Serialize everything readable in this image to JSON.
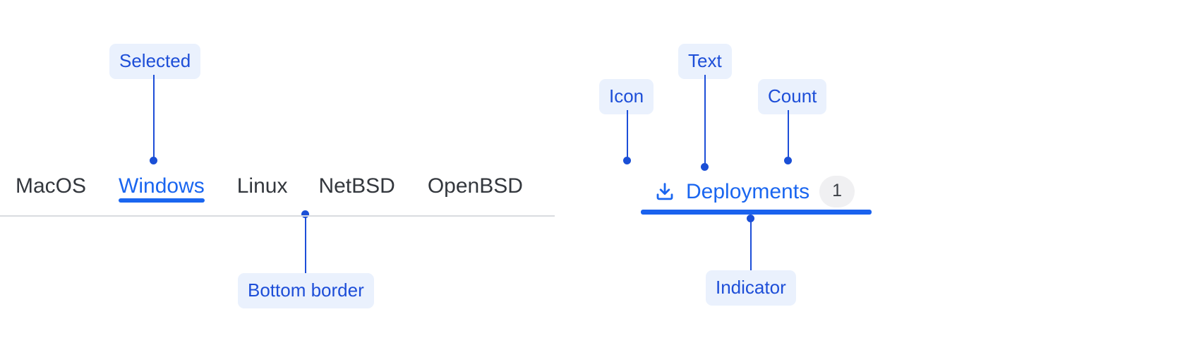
{
  "accent": {
    "tab_blue": "#1a66f0",
    "annotation_blue": "#1d4ed8",
    "annotation_bg": "#eaf1fd",
    "tab_text": "#33373d",
    "border_gray": "#d9dbe0",
    "badge_bg": "#f0f0f2"
  },
  "left_group": {
    "tabs": [
      {
        "label": "MacOS",
        "selected": false
      },
      {
        "label": "Windows",
        "selected": true
      },
      {
        "label": "Linux",
        "selected": false
      },
      {
        "label": "NetBSD",
        "selected": false
      },
      {
        "label": "OpenBSD",
        "selected": false
      }
    ],
    "annotations": [
      {
        "label": "Selected",
        "target": "windows-tab"
      },
      {
        "label": "Bottom border",
        "target": "tabstrip-bottom-border"
      }
    ]
  },
  "right_group": {
    "tab": {
      "icon": "download-icon",
      "label": "Deployments",
      "count": "1",
      "selected": true
    },
    "annotations": [
      {
        "label": "Icon",
        "target": "deployments-icon"
      },
      {
        "label": "Text",
        "target": "deployments-label"
      },
      {
        "label": "Count",
        "target": "deployments-count"
      },
      {
        "label": "Indicator",
        "target": "deployments-indicator"
      }
    ]
  }
}
